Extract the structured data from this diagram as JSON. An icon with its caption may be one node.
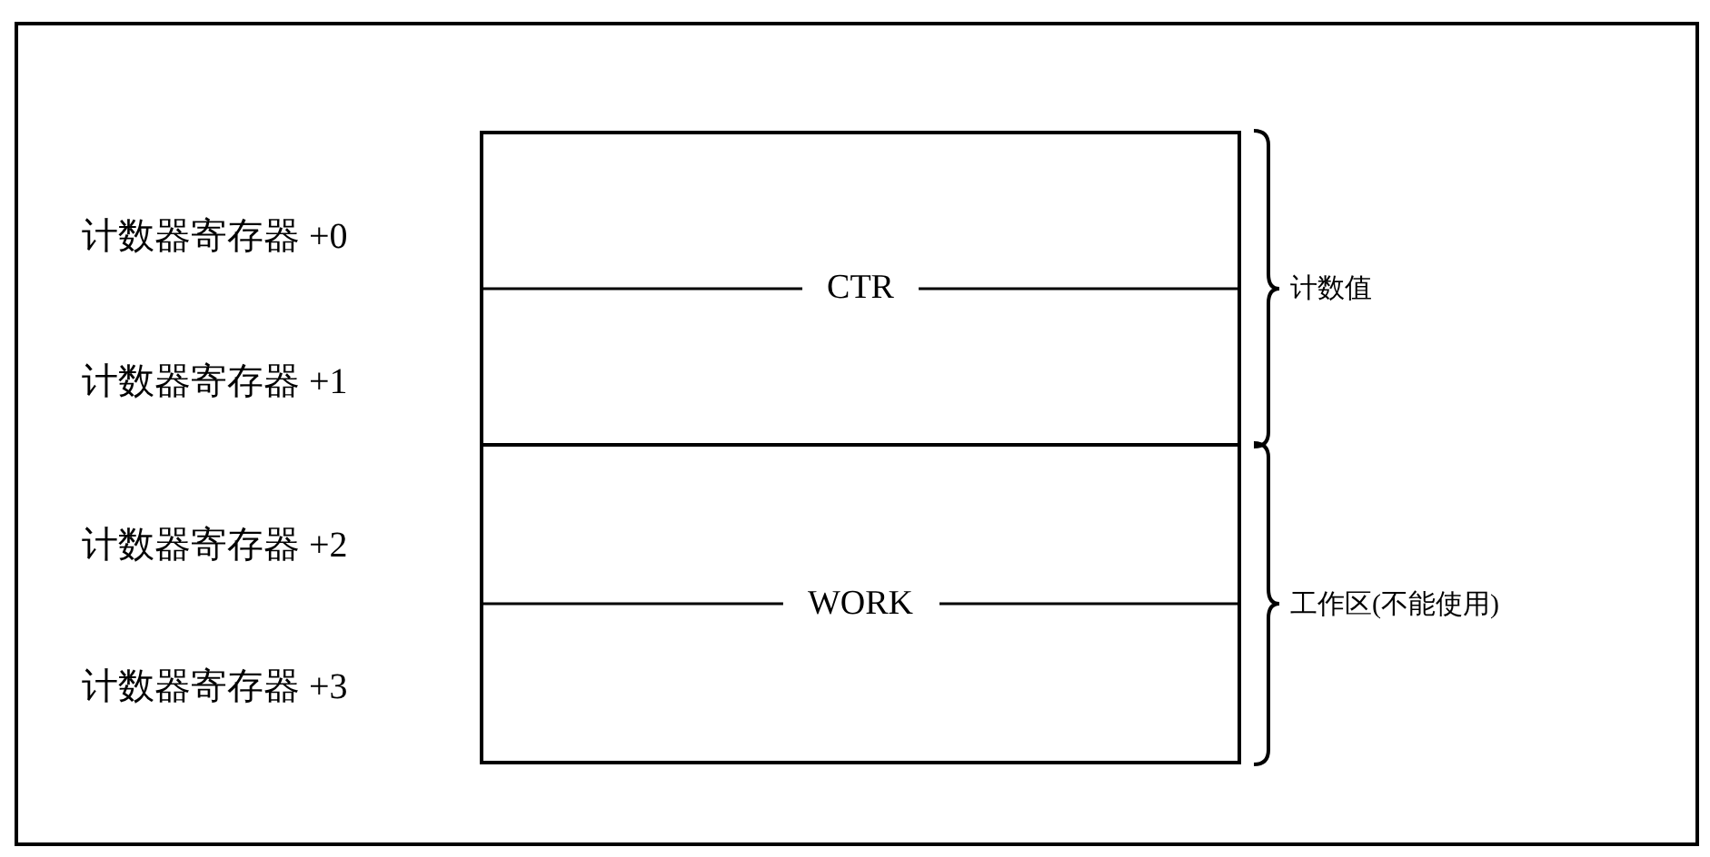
{
  "diagram": {
    "nodes": [
      {
        "text": [
          "CTR"
        ],
        "beside": [
          "计数值"
        ]
      },
      {
        "text": [
          "WORK"
        ],
        "beside": [
          "工作区(不能使用)"
        ]
      }
    ],
    "labels": [
      "计数器寄存器 +0",
      "计数器寄存器 +1",
      "计数器寄存器 +2",
      "计数器寄存器 +3"
    ]
  }
}
